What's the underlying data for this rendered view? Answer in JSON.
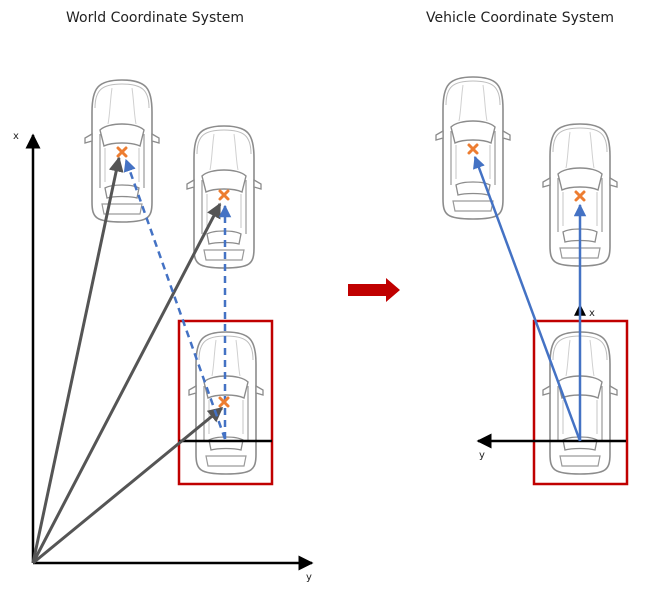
{
  "titles": {
    "left": "World Coordinate System",
    "right": "Vehicle Coordinate System"
  },
  "axes": {
    "world_x": "x",
    "world_y": "y",
    "vehicle_x": "x",
    "vehicle_y": "y"
  },
  "colors": {
    "position_vector": "#555555",
    "relative_vector": "#4472c4",
    "target_marker": "#ed7d31",
    "ego_box": "#c00000",
    "transform_arrow": "#c00000",
    "axis": "#000000",
    "car_outline": "#8c8c8c"
  },
  "icons": {
    "car": "car-top-view-icon",
    "marker": "x-marker-icon",
    "transform": "right-arrow-icon"
  }
}
